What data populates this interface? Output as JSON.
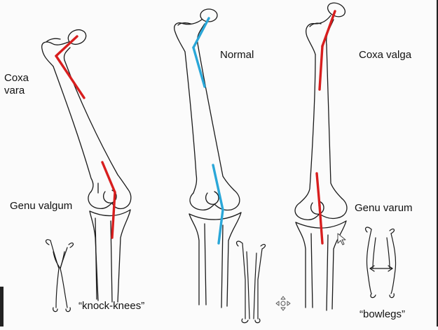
{
  "labels": {
    "coxa_vara_line1": "Coxa",
    "coxa_vara_line2": "vara",
    "normal": "Normal",
    "coxa_valga": "Coxa valga",
    "genu_valgum": "Genu valgum",
    "genu_varum": "Genu varum",
    "knock_knees": "“knock-knees”",
    "bowlegs": "“bowlegs”"
  },
  "colors": {
    "outline": "#1a1a1a",
    "deformity_axis": "#d81e1e",
    "normal_axis": "#2aa7d8",
    "background": "#fbfbfb"
  },
  "icons": [
    "move-cursor-icon",
    "mouse-pointer-icon"
  ]
}
